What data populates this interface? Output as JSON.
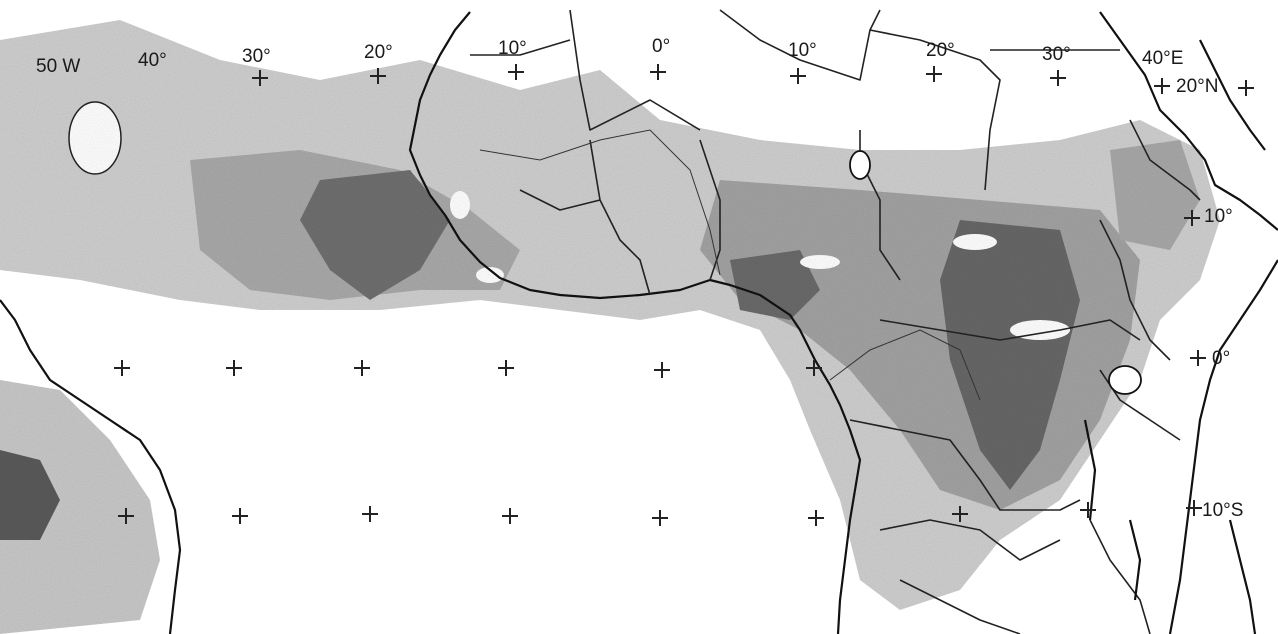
{
  "map": {
    "longitude_labels": [
      {
        "id": "lon-50w",
        "text": "50 W"
      },
      {
        "id": "lon-40",
        "text": "40°"
      },
      {
        "id": "lon-30",
        "text": "30°"
      },
      {
        "id": "lon-20",
        "text": "20°"
      },
      {
        "id": "lon-10",
        "text": "10°"
      },
      {
        "id": "lon-0",
        "text": "0°"
      },
      {
        "id": "lon-10e",
        "text": "10°"
      },
      {
        "id": "lon-20e",
        "text": "20°"
      },
      {
        "id": "lon-30e",
        "text": "30°"
      },
      {
        "id": "lon-40e",
        "text": "40°E"
      }
    ],
    "latitude_labels": [
      {
        "id": "lat-20n",
        "text": "20°N"
      },
      {
        "id": "lat-10n",
        "text": "10°"
      },
      {
        "id": "lat-0",
        "text": "0°"
      },
      {
        "id": "lat-10s",
        "text": "10°S"
      }
    ],
    "colors": {
      "shade_light": "#cfcfcf",
      "shade_mid": "#a9a9a9",
      "shade_dark": "#7a7a7a",
      "shade_darkest": "#4a4a4a",
      "lines": "#111111"
    }
  }
}
